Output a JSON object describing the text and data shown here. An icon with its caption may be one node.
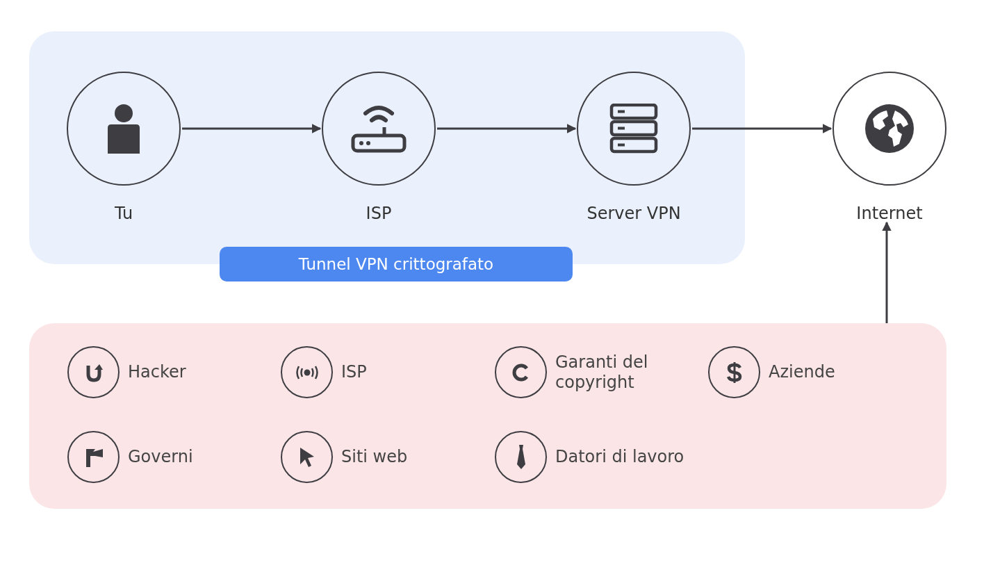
{
  "diagram": {
    "nodes": [
      {
        "text": [
          "Tunnel VPN crittografato"
        ]
      },
      {
        "text": [
          "Tu"
        ],
        "in": 0
      },
      {
        "text": [
          "ISP"
        ],
        "in": 0
      },
      {
        "text": [
          "Server VPN"
        ],
        "in": 0
      },
      {
        "text": [
          "Internet"
        ]
      },
      {
        "text": [],
        "shape": "box"
      }
    ],
    "edges": [
      {
        "from": 1,
        "to": 2,
        "arrow": "to"
      },
      {
        "from": 2,
        "to": 3,
        "arrow": "to"
      },
      {
        "from": 3,
        "to": 4,
        "arrow": "to"
      },
      {
        "from": 5,
        "to": 4,
        "arrow": "to"
      }
    ],
    "labels": [
      "Hacker",
      "ISP",
      "Garanti del copyright",
      "Aziende",
      "Governi",
      "Siti web",
      "Datori di lavoro"
    ]
  }
}
